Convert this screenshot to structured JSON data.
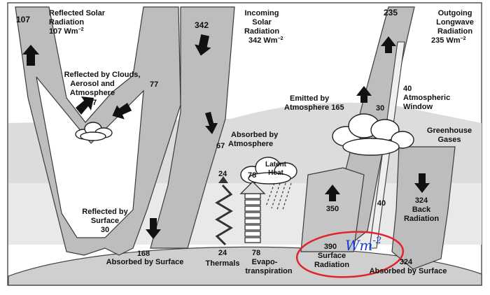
{
  "colors": {
    "band": "#bdbdbd",
    "band_edge": "#3a3a3a",
    "sky": "#d9d9d9",
    "ground": "#cfcfcf",
    "arrow": "#111111",
    "annotation_circle": "#e0242a",
    "annotation_text": "#1a3bd6"
  },
  "labels": {
    "reflected_solar_num": "107",
    "reflected_solar_1": "Reflected Solar",
    "reflected_solar_2": "Radiation",
    "reflected_solar_3": "107 Wm",
    "incoming_num": "342",
    "incoming_1": "Incoming",
    "incoming_2": "Solar",
    "incoming_3": "Radiation",
    "incoming_4": "342 Wm",
    "outgoing_num": "235",
    "outgoing_1": "Outgoing",
    "outgoing_2": "Longwave",
    "outgoing_3": "Radiation",
    "outgoing_4": "235 Wm",
    "unit_exp": "−2",
    "reflected_clouds_1": "Reflected by Clouds,",
    "reflected_clouds_2": "Aerosol and",
    "reflected_clouds_3": "Atmosphere",
    "reflected_clouds_num": "77",
    "reflected_clouds_num2": "77",
    "absorbed_atm_num": "67",
    "absorbed_atm_1": "Absorbed by",
    "absorbed_atm_2": "Atmosphere",
    "emitted_1": "Emitted by",
    "emitted_2": "Atmosphere 165",
    "window_30": "30",
    "window_40": "40",
    "window_1": "Atmospheric",
    "window_2": "Window",
    "greenhouse_1": "Greenhouse",
    "greenhouse_2": "Gases",
    "latent_1": "Latent",
    "latent_2": "Heat",
    "thermals_top": "24",
    "evapo_top": "78",
    "reflected_surface_1": "Reflected by",
    "reflected_surface_2": "Surface",
    "reflected_surface_num": "30",
    "num_350": "350",
    "num_40_lower": "40",
    "back_1": "324",
    "back_2": "Back",
    "back_3": "Radiation",
    "absorbed_surface_num": "168",
    "absorbed_surface": "Absorbed by Surface",
    "thermals_num": "24",
    "thermals": "Thermals",
    "evapo_num": "78",
    "evapo_1": "Evapo-",
    "evapo_2": "transpiration",
    "surface_rad_num": "390",
    "surface_rad_1": "Surface",
    "surface_rad_2": "Radiation",
    "absorbed_surface2_num": "324",
    "absorbed_surface2": "Absorbed by Surface",
    "handwritten": "Wm",
    "handwritten_exp": "-2"
  }
}
